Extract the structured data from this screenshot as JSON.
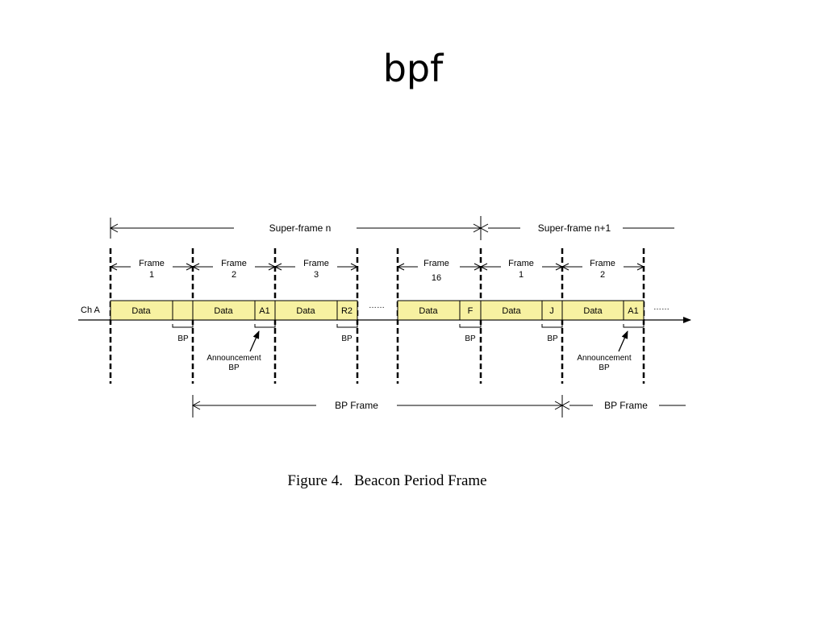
{
  "slide": {
    "title": "bpf"
  },
  "diagram": {
    "channel_label": "Ch A",
    "superframes": [
      "Super-frame n",
      "Super-frame n+1"
    ],
    "frames": [
      {
        "line1": "Frame",
        "line2": "1"
      },
      {
        "line1": "Frame",
        "line2": "2"
      },
      {
        "line1": "Frame",
        "line2": "3"
      },
      {
        "line1": "Frame",
        "line2": "16"
      },
      {
        "line1": "Frame",
        "line2": "1"
      },
      {
        "line1": "Frame",
        "line2": "2"
      }
    ],
    "segments": [
      "Data",
      "",
      "Data",
      "A1",
      "Data",
      "R2",
      "Data",
      "F",
      "Data",
      "J",
      "Data",
      "A1"
    ],
    "ellipsis": "……",
    "bp_label": "BP",
    "announcement": {
      "line1": "Announcement",
      "line2": "BP"
    },
    "bp_frame_label": "BP Frame",
    "colors": {
      "data_fill": "#f7f1a1",
      "line": "#000000"
    }
  },
  "caption": {
    "figure": "Figure 4.",
    "text": "Beacon Period Frame"
  }
}
